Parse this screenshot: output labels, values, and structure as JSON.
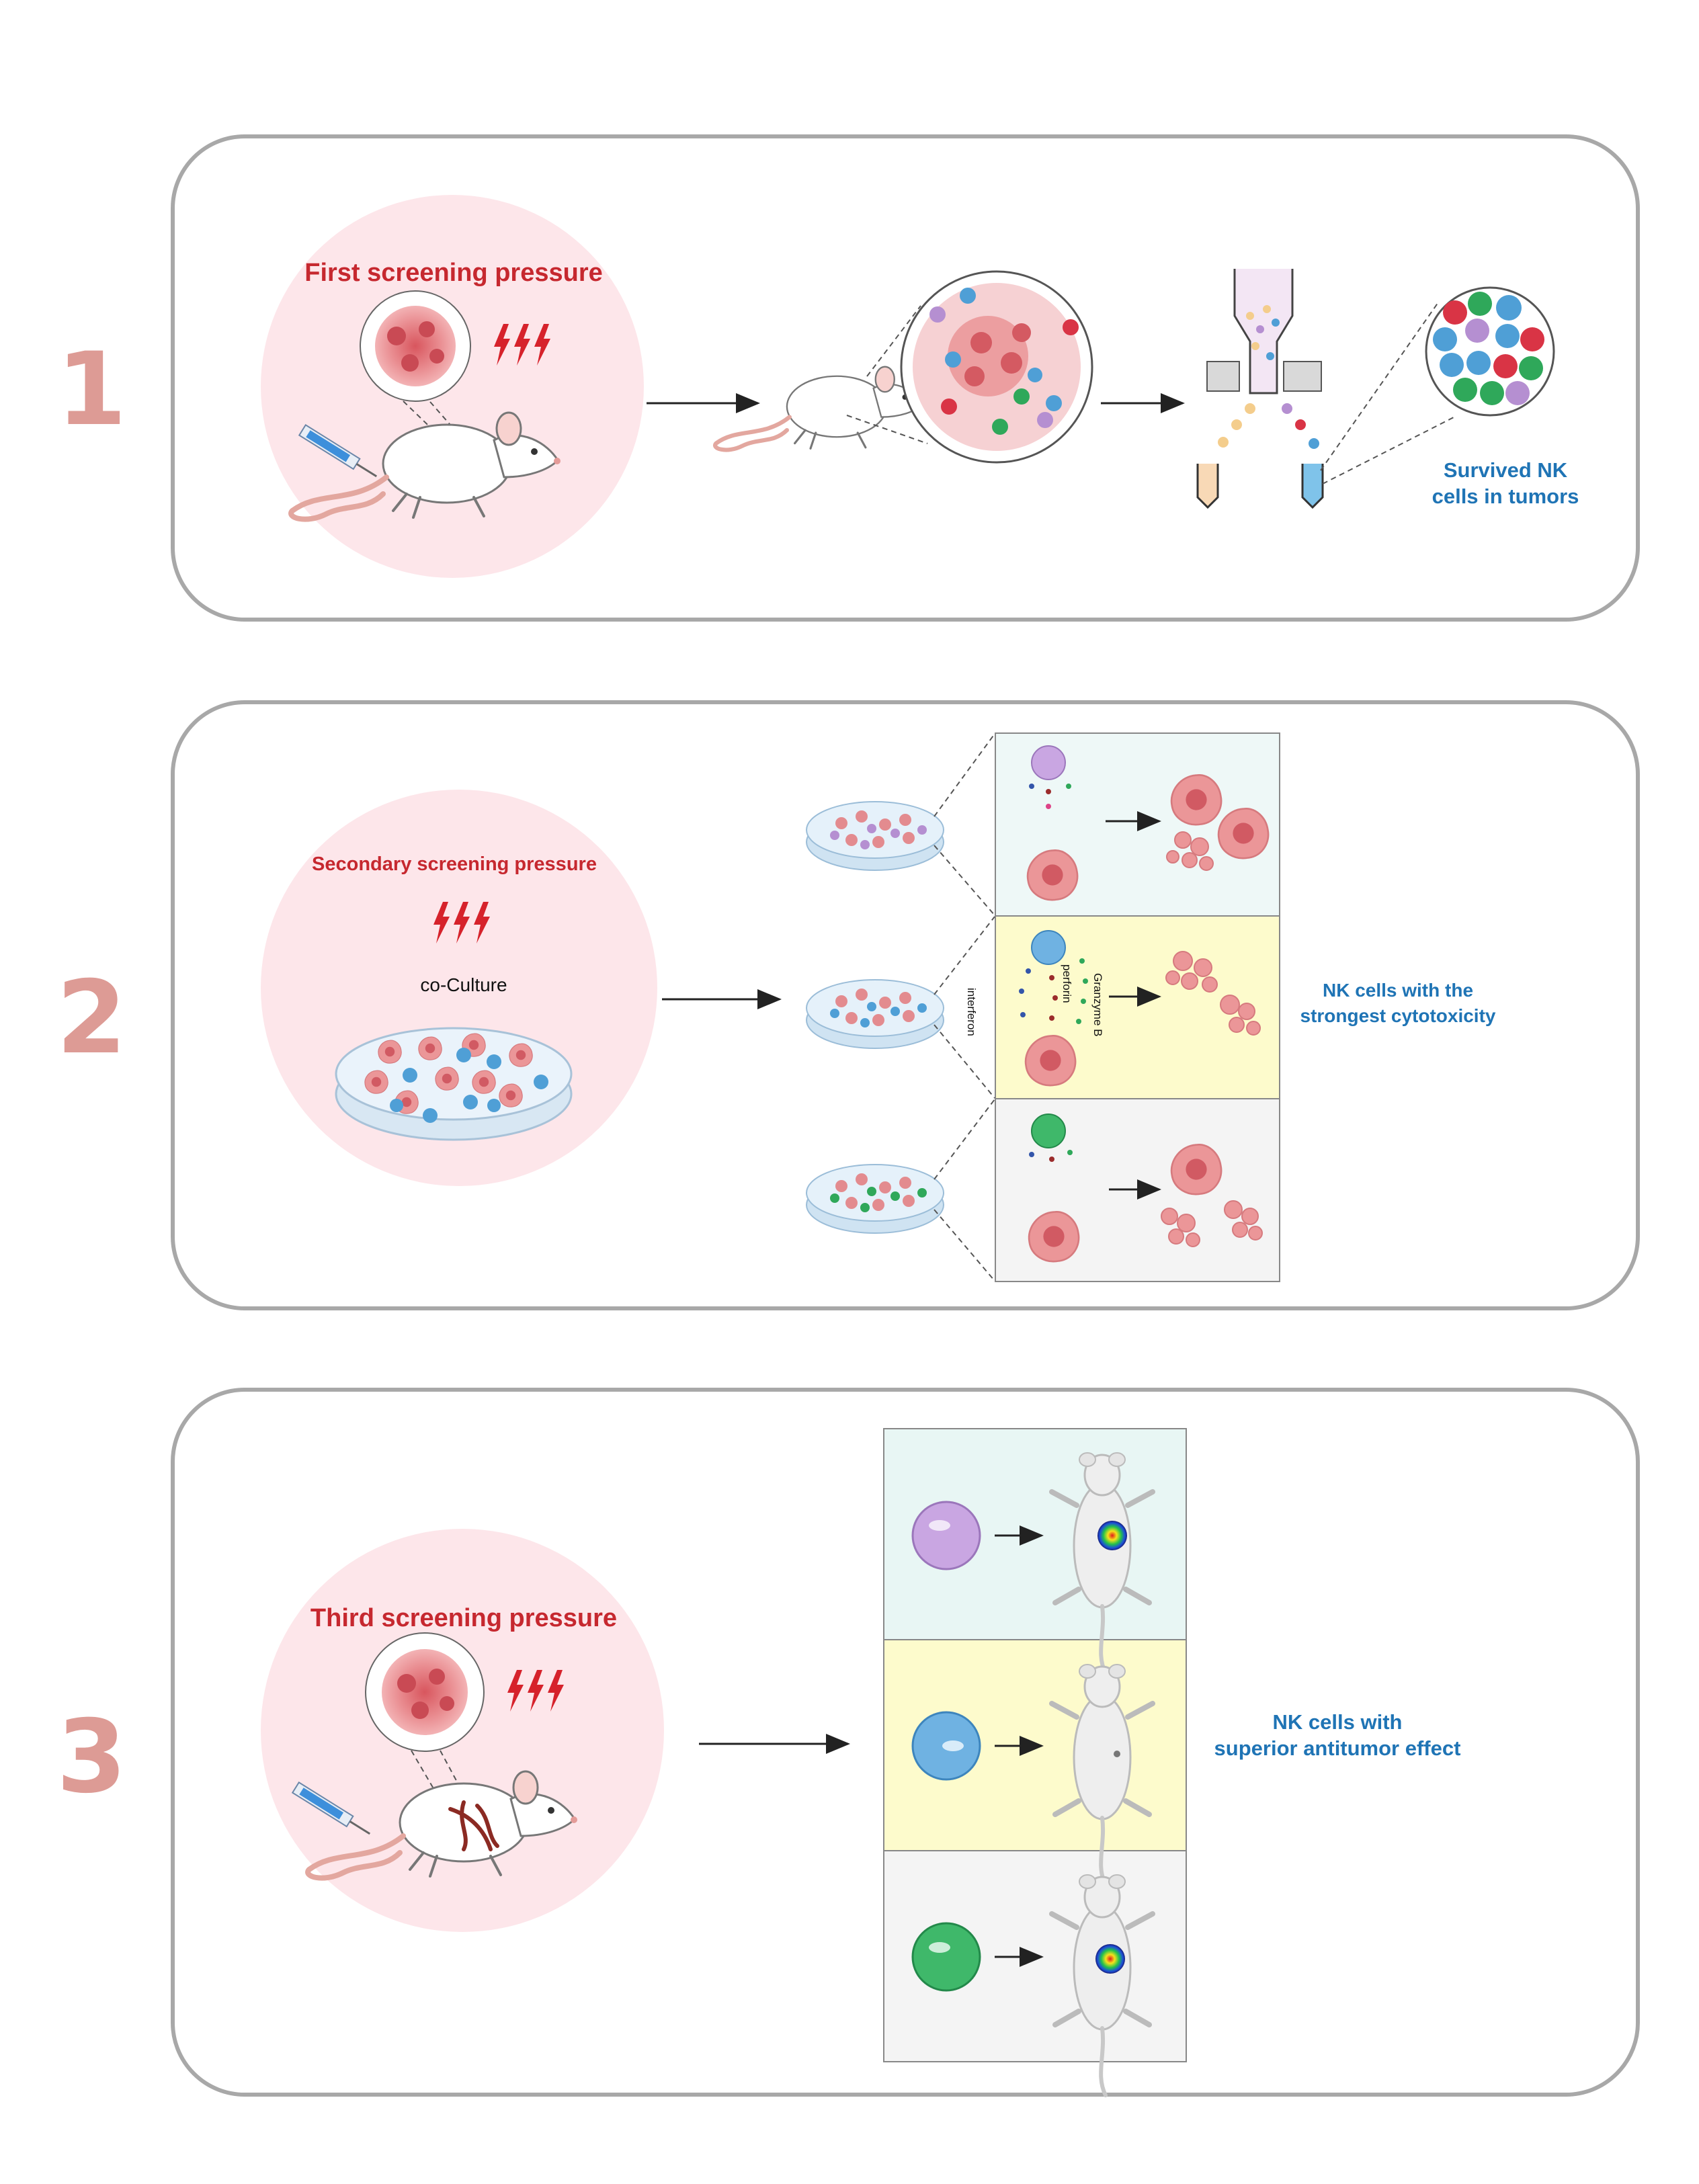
{
  "steps": [
    {
      "number": "1",
      "title": "First screening pressure",
      "magnet_left": "S",
      "magnet_right": "N",
      "result_line1": "Survived NK",
      "result_line2": "cells in tumors"
    },
    {
      "number": "2",
      "title": "Secondary screening pressure",
      "culture_label": "co-Culture",
      "label_interferon": "interferon",
      "label_perforin": "perforin",
      "label_granzyme": "Granzyme B",
      "result_line1": "NK cells with the",
      "result_line2": "strongest cytotoxicity"
    },
    {
      "number": "3",
      "title": "Third screening pressure",
      "result_line1": "NK cells with",
      "result_line2": "superior antitumor effect"
    }
  ],
  "colors": {
    "step_number": "#dd9b95",
    "title_red": "#c6282f",
    "result_blue": "#1f74b5",
    "panel_border": "#a8a8a8",
    "pink_bg": "#fde6ea",
    "nk_purple": "#b58fd1",
    "nk_blue": "#4f9fd6",
    "nk_green": "#2fa85a",
    "nk_red": "#d93445",
    "tumor": "#e58a8d"
  },
  "icons": [
    "mouse",
    "syringe",
    "lightning-bolt",
    "tumor-cluster",
    "magnetic-separator",
    "petri-dish",
    "nk-cell",
    "tumor-cell",
    "mouse-bioluminescence"
  ]
}
